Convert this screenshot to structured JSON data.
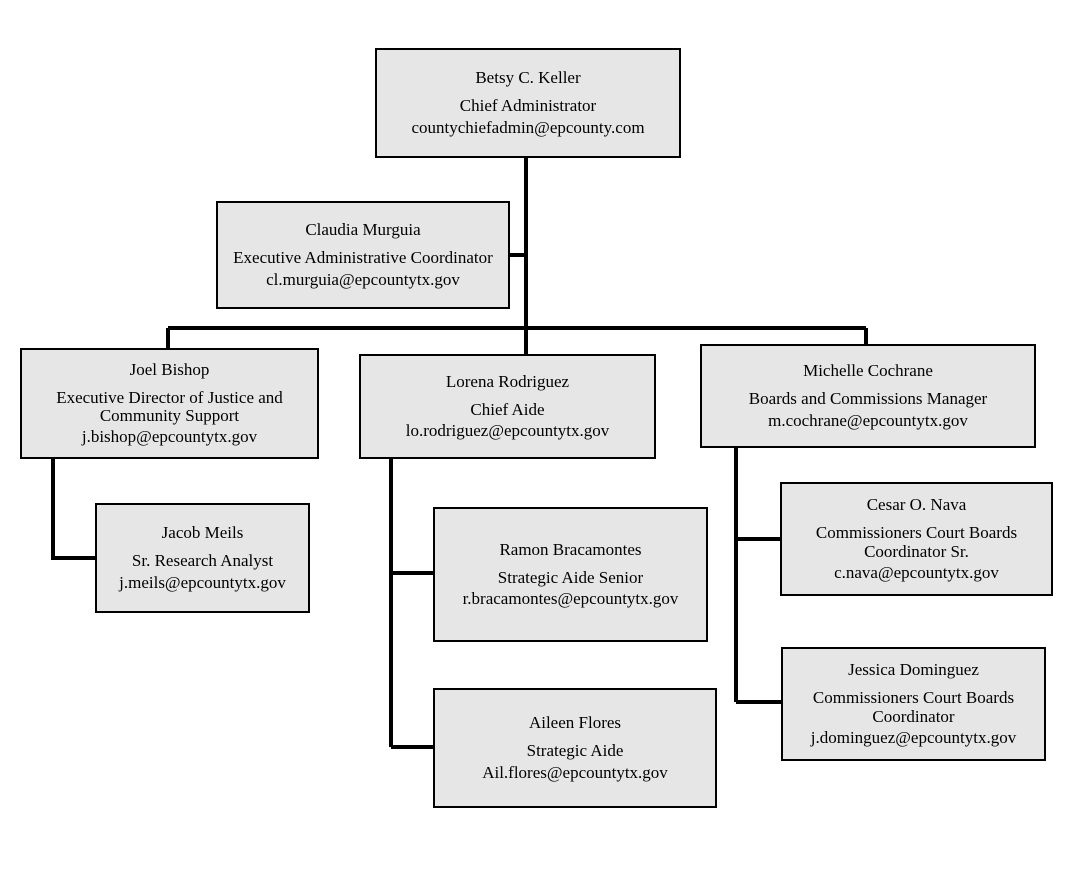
{
  "chart": {
    "type": "org-chart",
    "background_color": "#ffffff",
    "node_fill_color": "#e6e6e6",
    "node_border_color": "#000000",
    "connector_color": "#000000"
  },
  "nodes": {
    "keller": {
      "name": "Betsy C. Keller",
      "title": "Chief Administrator",
      "email": "countychiefadmin@epcounty.com"
    },
    "murguia": {
      "name": "Claudia Murguia",
      "title": "Executive Administrative Coordinator",
      "email": "cl.murguia@epcountytx.gov"
    },
    "bishop": {
      "name": "Joel Bishop",
      "title": "Executive Director of Justice and Community Support",
      "email": "j.bishop@epcountytx.gov"
    },
    "rodriguez": {
      "name": "Lorena Rodriguez",
      "title": "Chief Aide",
      "email": "lo.rodriguez@epcountytx.gov"
    },
    "cochrane": {
      "name": "Michelle Cochrane",
      "title": "Boards and Commissions Manager",
      "email": "m.cochrane@epcountytx.gov"
    },
    "meils": {
      "name": "Jacob Meils",
      "title": "Sr. Research Analyst",
      "email": "j.meils@epcountytx.gov"
    },
    "bracamontes": {
      "name": "Ramon Bracamontes",
      "title": "Strategic Aide Senior",
      "email": "r.bracamontes@epcountytx.gov"
    },
    "nava": {
      "name": "Cesar O. Nava",
      "title": "Commissioners Court Boards Coordinator Sr.",
      "email": "c.nava@epcountytx.gov"
    },
    "flores": {
      "name": "Aileen Flores",
      "title": "Strategic Aide",
      "email": "Ail.flores@epcountytx.gov"
    },
    "dominguez": {
      "name": "Jessica Dominguez",
      "title": "Commissioners Court Boards Coordinator",
      "email": "j.dominguez@epcountytx.gov"
    }
  },
  "reporting_lines": [
    {
      "from": "keller",
      "to": "murguia",
      "style": "assistant"
    },
    {
      "from": "keller",
      "to": "bishop",
      "style": "direct"
    },
    {
      "from": "keller",
      "to": "rodriguez",
      "style": "direct"
    },
    {
      "from": "keller",
      "to": "cochrane",
      "style": "direct"
    },
    {
      "from": "bishop",
      "to": "meils",
      "style": "elbow"
    },
    {
      "from": "rodriguez",
      "to": "bracamontes",
      "style": "elbow"
    },
    {
      "from": "rodriguez",
      "to": "flores",
      "style": "elbow"
    },
    {
      "from": "cochrane",
      "to": "nava",
      "style": "elbow"
    },
    {
      "from": "cochrane",
      "to": "dominguez",
      "style": "elbow"
    }
  ]
}
